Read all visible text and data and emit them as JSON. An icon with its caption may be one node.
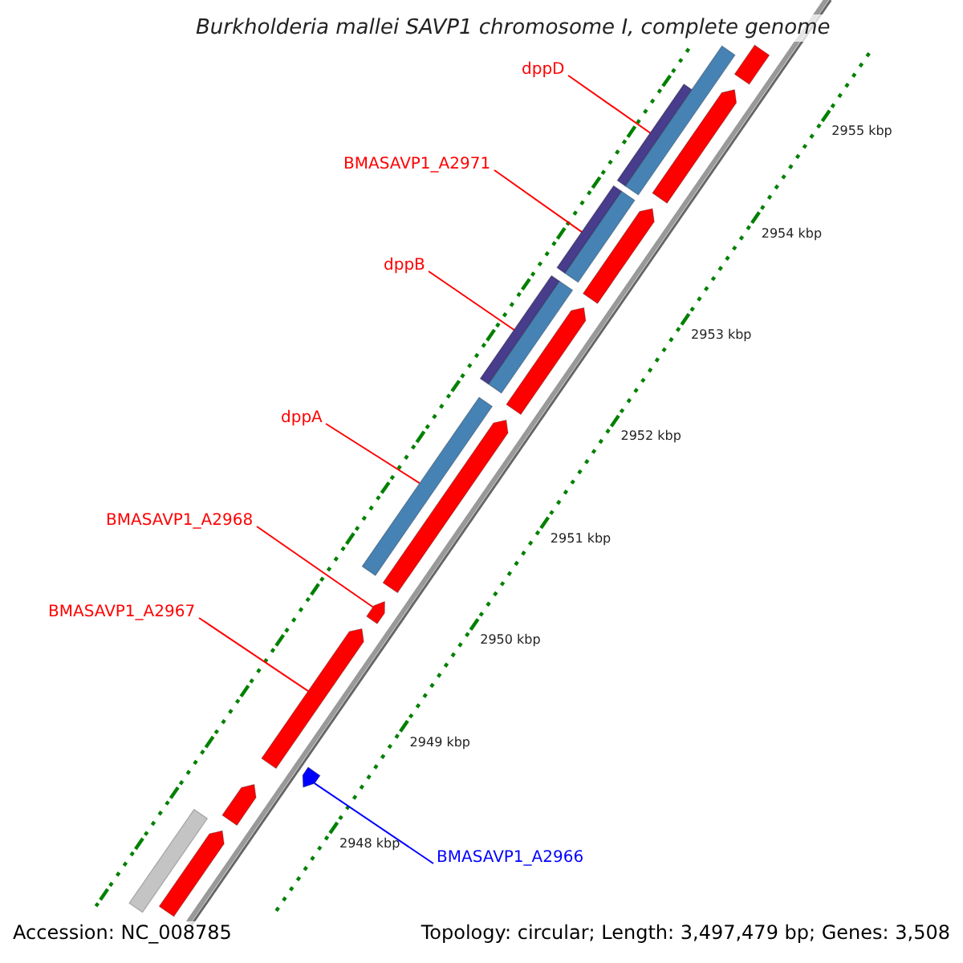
{
  "diagram": {
    "title": "Burkholderia mallei SAVP1 chromosome I, complete genome",
    "nodes": [
      {
        "text": [
          "dppD"
        ]
      },
      {
        "text": [
          "BMASAVP1_A2971"
        ]
      },
      {
        "text": [
          "dppB"
        ]
      },
      {
        "text": [
          "dppA"
        ]
      },
      {
        "text": [
          "BMASAVP1_A2968"
        ]
      },
      {
        "text": [
          "BMASAVP1_A2967"
        ]
      },
      {
        "text": [
          "BMASAVP1_A2966"
        ]
      },
      {
        "text": [],
        "shape": "bar"
      },
      {
        "text": [],
        "shape": "bar"
      },
      {
        "text": [],
        "shape": "bar"
      },
      {
        "text": [],
        "shape": "bar"
      },
      {
        "text": [],
        "shape": "pentagon"
      },
      {
        "text": [],
        "shape": "arrow"
      },
      {
        "text": [],
        "shape": "pentagon"
      },
      {
        "text": [],
        "shape": "arrow"
      },
      {
        "text": [],
        "shape": "arrow"
      },
      {
        "text": [],
        "shape": "arrow"
      },
      {
        "text": [],
        "shape": "arrow"
      },
      {
        "text": [],
        "shape": "arrow"
      },
      {
        "text": [],
        "shape": "arrow"
      },
      {
        "text": [],
        "shape": "bar"
      },
      {
        "text": [],
        "shape": "bar"
      },
      {
        "text": [],
        "shape": "bar"
      },
      {
        "text": [],
        "shape": "bar"
      },
      {
        "text": [],
        "shape": "bar"
      }
    ],
    "edges": [
      {
        "from": 0,
        "to": 7,
        "arrow": "none",
        "color": "#ff0000"
      },
      {
        "from": 1,
        "to": 8,
        "arrow": "none",
        "color": "#ff0000"
      },
      {
        "from": 2,
        "to": 9,
        "arrow": "none",
        "color": "#ff0000"
      },
      {
        "from": 3,
        "to": 10,
        "arrow": "none",
        "color": "#ff0000"
      },
      {
        "from": 4,
        "to": 11,
        "arrow": "none",
        "color": "#ff0000"
      },
      {
        "from": 5,
        "to": 12,
        "arrow": "none",
        "color": "#ff0000"
      },
      {
        "from": 6,
        "to": 13,
        "arrow": "none",
        "color": "#0000ff"
      }
    ],
    "labels": [
      "2955 kbp",
      "2954 kbp",
      "2953 kbp",
      "2952 kbp",
      "2951 kbp",
      "2950 kbp",
      "2949 kbp",
      "2948 kbp",
      "Accession: NC_008785",
      "Topology: circular; Length: 3,497,479 bp; Genes: 3,508"
    ]
  }
}
